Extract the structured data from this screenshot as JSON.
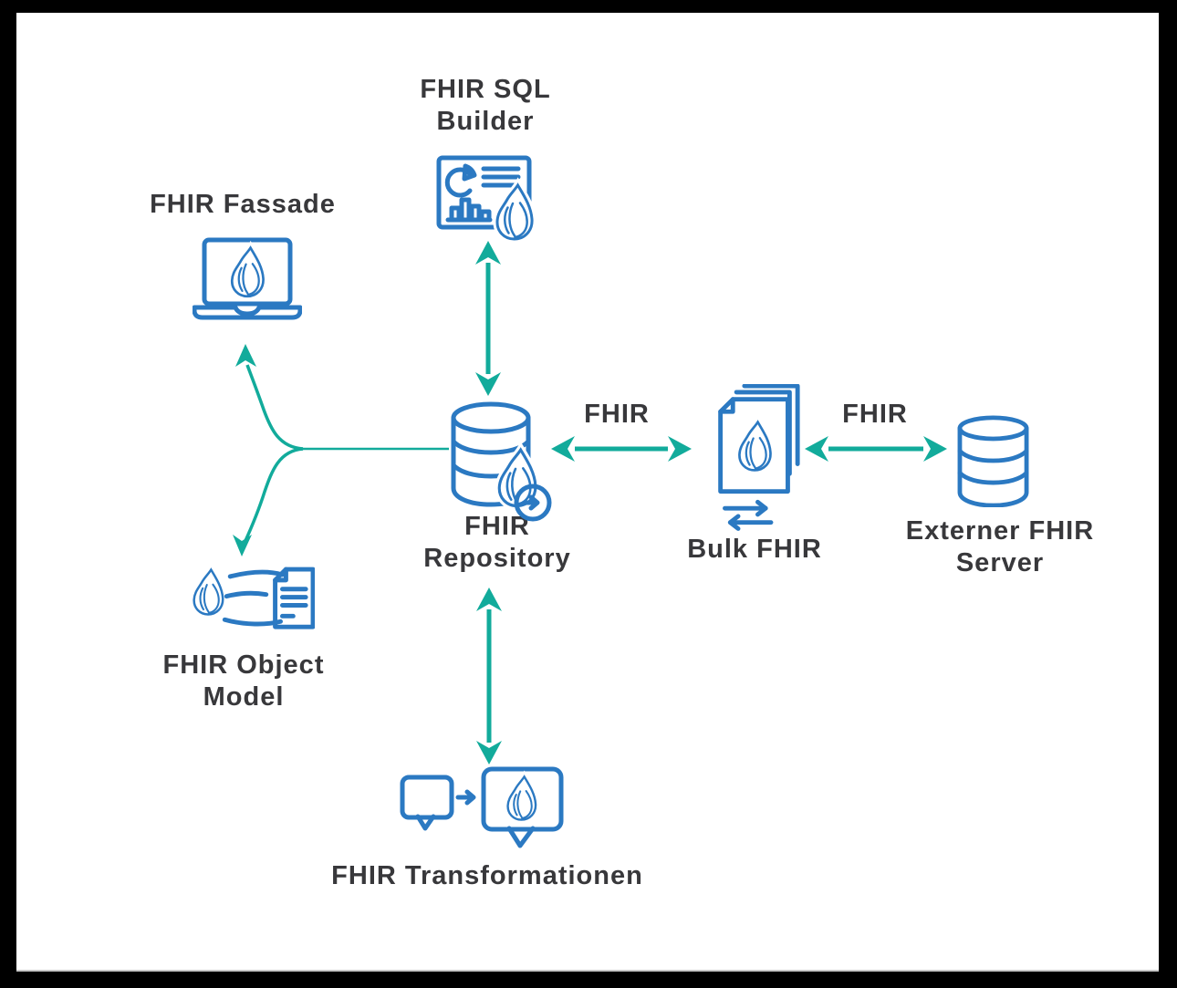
{
  "page": {
    "frame_background": "#000000",
    "canvas_background": "#ffffff"
  },
  "palette": {
    "icon_blue": "#2b79c2",
    "icon_blue_light": "#6fa3d8",
    "icon_blue_lighter": "#a9c7e8",
    "arrow_teal": "#12ab9b",
    "label_text": "#38383b"
  },
  "diagram": {
    "nodes": [
      {
        "id": "fhir-sql-builder",
        "label": "FHIR SQL Builder",
        "icon": "dashboard-flame-icon"
      },
      {
        "id": "fhir-fassade",
        "label": "FHIR Fassade",
        "icon": "laptop-flame-icon"
      },
      {
        "id": "fhir-repository",
        "label": "FHIR Repository",
        "icon": "database-flame-sync-icon"
      },
      {
        "id": "bulk-fhir",
        "label": "Bulk FHIR",
        "icon": "document-stack-flame-exchange-icon"
      },
      {
        "id": "externer-fhir-server",
        "label": "Externer FHIR Server",
        "icon": "database-icon"
      },
      {
        "id": "fhir-object-model",
        "label": "FHIR Object Model",
        "icon": "flame-to-document-icon"
      },
      {
        "id": "fhir-transformationen",
        "label": "FHIR Transformationen",
        "icon": "speech-bubbles-flame-icon"
      }
    ],
    "edges": [
      {
        "from": "fhir-repository",
        "to": "fhir-sql-builder",
        "label": "",
        "style": "double-arrow-vertical"
      },
      {
        "from": "fhir-repository",
        "to": "bulk-fhir",
        "label": "FHIR",
        "style": "double-arrow-horizontal"
      },
      {
        "from": "bulk-fhir",
        "to": "externer-fhir-server",
        "label": "FHIR",
        "style": "double-arrow-horizontal"
      },
      {
        "from": "fhir-repository",
        "to": "fhir-transformationen",
        "label": "",
        "style": "double-arrow-vertical"
      },
      {
        "from": "fhir-repository",
        "to": "fhir-fassade",
        "label": "",
        "style": "curved-arrow"
      },
      {
        "from": "fhir-repository",
        "to": "fhir-object-model",
        "label": "",
        "style": "curved-arrow"
      }
    ]
  }
}
